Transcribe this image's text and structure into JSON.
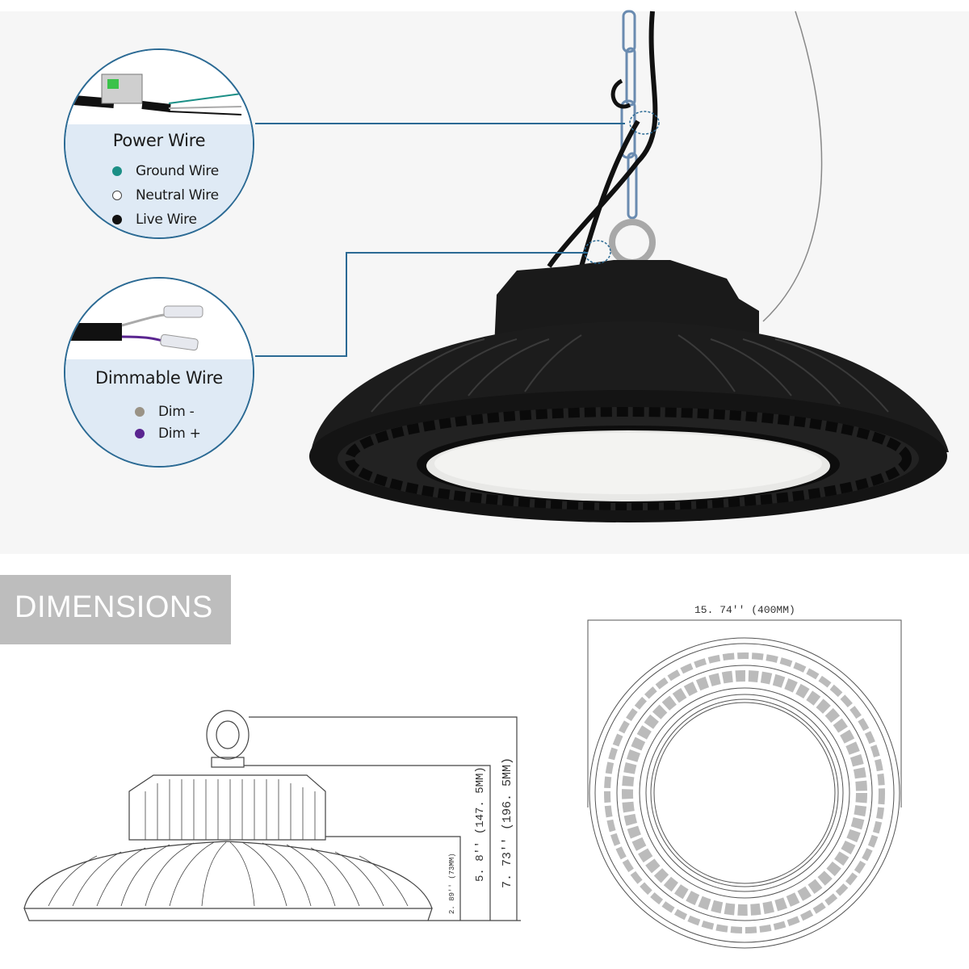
{
  "product": {
    "type": "UFO LED high bay light",
    "photo_description": "Black round UFO high bay light hanging from chain with power and dimming cables"
  },
  "callouts": [
    {
      "title": "Power Wire",
      "items": [
        {
          "label": "Ground Wire",
          "color": "#1b8f86"
        },
        {
          "label": "Neutral Wire",
          "color": "#ffffff"
        },
        {
          "label": "Live Wire",
          "color": "#111111"
        }
      ]
    },
    {
      "title": "Dimmable Wire",
      "items": [
        {
          "label": "Dim -",
          "color": "#9a9386"
        },
        {
          "label": "Dim +",
          "color": "#5a2590"
        }
      ]
    }
  ],
  "dimensions_section": {
    "heading": "DIMENSIONS",
    "diameter": "15. 74'' (400MM)",
    "total_height": "7. 73'' (196. 5MM)",
    "body_height": "5. 8'' (147. 5MM)",
    "base_height": "2. 89'' (73MM)"
  },
  "colors": {
    "callout_border": "#2b6a94",
    "callout_fill": "#dfeaf5",
    "panel_bg": "#f6f6f6",
    "tab_bg": "#bdbdbd",
    "fixture_black": "#1a1a1a"
  }
}
